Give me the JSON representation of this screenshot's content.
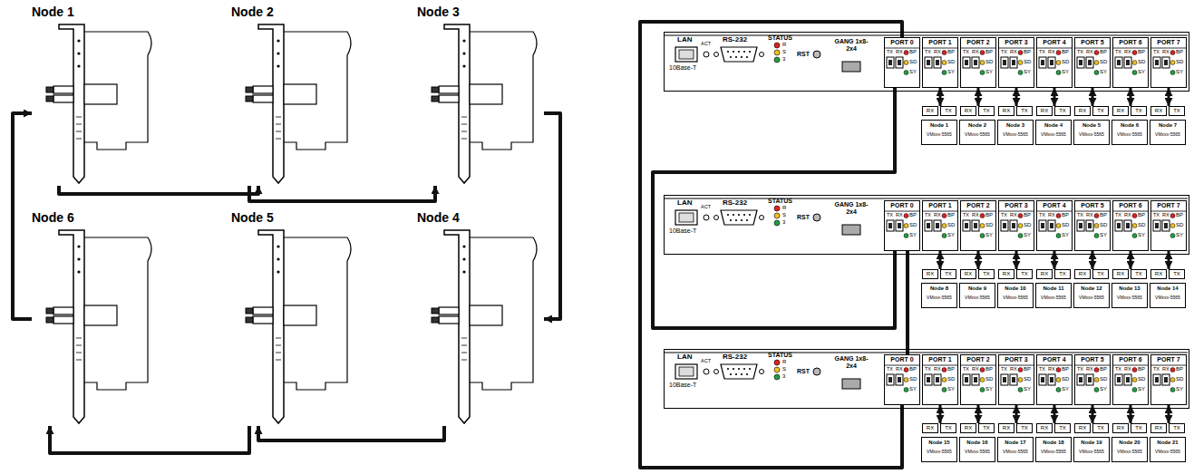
{
  "diagram": {
    "nodes": [
      {
        "text": [
          "Node 1"
        ]
      },
      {
        "text": [
          "Node 2"
        ]
      },
      {
        "text": [
          "Node 3"
        ]
      },
      {
        "text": [
          "Node 6"
        ]
      },
      {
        "text": [
          "Node 5"
        ]
      },
      {
        "text": [
          "Node 4"
        ]
      },
      {
        "text": [
          "LAN",
          "ACT",
          "10Base-T",
          "RS-232",
          "STATUS",
          "R",
          "S",
          "3",
          "RST",
          "GANG 1x8-2x4"
        ]
      },
      {
        "text": [
          "PORT 0",
          "TX",
          "RX",
          "BP",
          "SD",
          "SY"
        ],
        "in": 6
      },
      {
        "text": [
          "PORT 1",
          "TX",
          "RX",
          "BP",
          "SD",
          "SY"
        ],
        "in": 6
      },
      {
        "text": [
          "PORT 2",
          "TX",
          "RX",
          "BP",
          "SD",
          "SY"
        ],
        "in": 6
      },
      {
        "text": [
          "PORT 3",
          "TX",
          "RX",
          "BP",
          "SD",
          "SY"
        ],
        "in": 6
      },
      {
        "text": [
          "PORT 4",
          "TX",
          "RX",
          "BP",
          "SD",
          "SY"
        ],
        "in": 6
      },
      {
        "text": [
          "PORT 5",
          "TX",
          "RX",
          "BP",
          "SD",
          "SY"
        ],
        "in": 6
      },
      {
        "text": [
          "PORT 6",
          "TX",
          "RX",
          "BP",
          "SD",
          "SY"
        ],
        "in": 6
      },
      {
        "text": [
          "PORT 7",
          "TX",
          "RX",
          "BP",
          "SD",
          "SY"
        ],
        "in": 6
      },
      {
        "text": [
          "RX",
          "TX",
          "Node 1",
          "VMxxx-5565"
        ]
      },
      {
        "text": [
          "RX",
          "TX",
          "Node 2",
          "VMxxx-5565"
        ]
      },
      {
        "text": [
          "RX",
          "TX",
          "Node 3",
          "VMxxx-5565"
        ]
      },
      {
        "text": [
          "RX",
          "TX",
          "Node 4",
          "VMxxx-5565"
        ]
      },
      {
        "text": [
          "RX",
          "TX",
          "Node 5",
          "VMxxx-5565"
        ]
      },
      {
        "text": [
          "RX",
          "TX",
          "Node 6",
          "VMxxx-5565"
        ]
      },
      {
        "text": [
          "RX",
          "TX",
          "Node 7",
          "VMxxx-5565"
        ]
      },
      {
        "text": [
          "LAN",
          "ACT",
          "10Base-T",
          "RS-232",
          "STATUS",
          "R",
          "S",
          "3",
          "RST",
          "GANG 1x8-2x4"
        ]
      },
      {
        "text": [
          "PORT 0",
          "TX",
          "RX",
          "BP",
          "SD",
          "SY"
        ],
        "in": 22
      },
      {
        "text": [
          "PORT 1",
          "TX",
          "RX",
          "BP",
          "SD",
          "SY"
        ],
        "in": 22
      },
      {
        "text": [
          "PORT 2",
          "TX",
          "RX",
          "BP",
          "SD",
          "SY"
        ],
        "in": 22
      },
      {
        "text": [
          "PORT 3",
          "TX",
          "RX",
          "BP",
          "SD",
          "SY"
        ],
        "in": 22
      },
      {
        "text": [
          "PORT 4",
          "TX",
          "RX",
          "BP",
          "SD",
          "SY"
        ],
        "in": 22
      },
      {
        "text": [
          "PORT 5",
          "TX",
          "RX",
          "BP",
          "SD",
          "SY"
        ],
        "in": 22
      },
      {
        "text": [
          "PORT 6",
          "TX",
          "RX",
          "BP",
          "SD",
          "SY"
        ],
        "in": 22
      },
      {
        "text": [
          "PORT 7",
          "TX",
          "RX",
          "BP",
          "SD",
          "SY"
        ],
        "in": 22
      },
      {
        "text": [
          "RX",
          "TX",
          "Node 8",
          "VMxxx-5565"
        ]
      },
      {
        "text": [
          "RX",
          "TX",
          "Node 9",
          "VMxxx-5565"
        ]
      },
      {
        "text": [
          "RX",
          "TX",
          "Node 10",
          "VMxxx-5565"
        ]
      },
      {
        "text": [
          "RX",
          "TX",
          "Node 11",
          "VMxxx-5565"
        ]
      },
      {
        "text": [
          "RX",
          "TX",
          "Node 12",
          "VMxxx-5565"
        ]
      },
      {
        "text": [
          "RX",
          "TX",
          "Node 13",
          "VMxxx-5565"
        ]
      },
      {
        "text": [
          "RX",
          "TX",
          "Node 14",
          "VMxxx-5565"
        ]
      },
      {
        "text": [
          "LAN",
          "ACT",
          "10Base-T",
          "RS-232",
          "STATUS",
          "R",
          "S",
          "3",
          "RST",
          "GANG 1x8-2x4"
        ]
      },
      {
        "text": [
          "PORT 0",
          "TX",
          "RX",
          "BP",
          "SD",
          "SY"
        ],
        "in": 38
      },
      {
        "text": [
          "PORT 1",
          "TX",
          "RX",
          "BP",
          "SD",
          "SY"
        ],
        "in": 38
      },
      {
        "text": [
          "PORT 2",
          "TX",
          "RX",
          "BP",
          "SD",
          "SY"
        ],
        "in": 38
      },
      {
        "text": [
          "PORT 3",
          "TX",
          "RX",
          "BP",
          "SD",
          "SY"
        ],
        "in": 38
      },
      {
        "text": [
          "PORT 4",
          "TX",
          "RX",
          "BP",
          "SD",
          "SY"
        ],
        "in": 38
      },
      {
        "text": [
          "PORT 5",
          "TX",
          "RX",
          "BP",
          "SD",
          "SY"
        ],
        "in": 38
      },
      {
        "text": [
          "PORT 6",
          "TX",
          "RX",
          "BP",
          "SD",
          "SY"
        ],
        "in": 38
      },
      {
        "text": [
          "PORT 7",
          "TX",
          "RX",
          "BP",
          "SD",
          "SY"
        ],
        "in": 38
      },
      {
        "text": [
          "RX",
          "TX",
          "Node 15",
          "VMxxx-5565"
        ]
      },
      {
        "text": [
          "RX",
          "TX",
          "Node 16",
          "VMxxx-5565"
        ]
      },
      {
        "text": [
          "RX",
          "TX",
          "Node 17",
          "VMxxx-5565"
        ]
      },
      {
        "text": [
          "RX",
          "TX",
          "Node 18",
          "VMxxx-5565"
        ]
      },
      {
        "text": [
          "RX",
          "TX",
          "Node 19",
          "VMxxx-5565"
        ]
      },
      {
        "text": [
          "RX",
          "TX",
          "Node 20",
          "VMxxx-5565"
        ]
      },
      {
        "text": [
          "RX",
          "TX",
          "Node 21",
          "VMxxx-5565"
        ]
      }
    ],
    "edges": [
      {
        "from": 0,
        "to": 1,
        "arrow": "to"
      },
      {
        "from": 1,
        "to": 2,
        "arrow": "to"
      },
      {
        "from": 2,
        "to": 5,
        "arrow": "to"
      },
      {
        "from": 5,
        "to": 4,
        "arrow": "to"
      },
      {
        "from": 4,
        "to": 3,
        "arrow": "to"
      },
      {
        "from": 3,
        "to": 0,
        "arrow": "to"
      },
      {
        "from": 8,
        "to": 15,
        "arrow": "both"
      },
      {
        "from": 9,
        "to": 16,
        "arrow": "both"
      },
      {
        "from": 10,
        "to": 17,
        "arrow": "both"
      },
      {
        "from": 11,
        "to": 18,
        "arrow": "both"
      },
      {
        "from": 12,
        "to": 19,
        "arrow": "both"
      },
      {
        "from": 13,
        "to": 20,
        "arrow": "both"
      },
      {
        "from": 14,
        "to": 21,
        "arrow": "both"
      },
      {
        "from": 24,
        "to": 31,
        "arrow": "both"
      },
      {
        "from": 25,
        "to": 32,
        "arrow": "both"
      },
      {
        "from": 26,
        "to": 33,
        "arrow": "both"
      },
      {
        "from": 27,
        "to": 34,
        "arrow": "both"
      },
      {
        "from": 28,
        "to": 35,
        "arrow": "both"
      },
      {
        "from": 29,
        "to": 36,
        "arrow": "both"
      },
      {
        "from": 30,
        "to": 37,
        "arrow": "both"
      },
      {
        "from": 40,
        "to": 47,
        "arrow": "both"
      },
      {
        "from": 41,
        "to": 48,
        "arrow": "both"
      },
      {
        "from": 42,
        "to": 49,
        "arrow": "both"
      },
      {
        "from": 43,
        "to": 50,
        "arrow": "both"
      },
      {
        "from": 44,
        "to": 51,
        "arrow": "both"
      },
      {
        "from": 45,
        "to": 52,
        "arrow": "both"
      },
      {
        "from": 46,
        "to": 53,
        "arrow": "both"
      },
      {
        "from": 7,
        "to": 23,
        "arrow": "none"
      },
      {
        "from": 23,
        "to": 39,
        "arrow": "none"
      },
      {
        "from": 39,
        "to": 7,
        "arrow": "none"
      }
    ]
  }
}
